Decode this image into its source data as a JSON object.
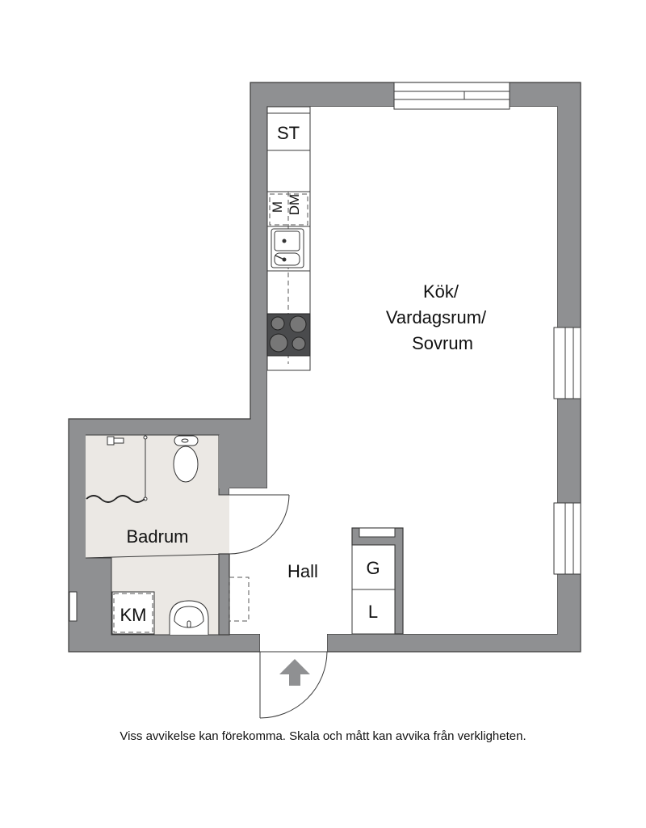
{
  "plan": {
    "rooms": {
      "living": [
        "Kök/",
        "Vardagsrum/",
        "Sovrum"
      ],
      "bathroom": "Badrum",
      "hall": "Hall"
    },
    "fixtures": {
      "fridge": "ST",
      "microwave": "M",
      "dishwasher": "DM",
      "washing_machine": "KM",
      "wardrobe_g": "G",
      "wardrobe_l": "L"
    },
    "colors": {
      "wall": "#8f9092",
      "bath_floor": "#ebe8e4",
      "stove": "#4a4b4d"
    }
  },
  "disclaimer": "Viss avvikelse kan förekomma. Skala och mått kan avvika från verkligheten."
}
